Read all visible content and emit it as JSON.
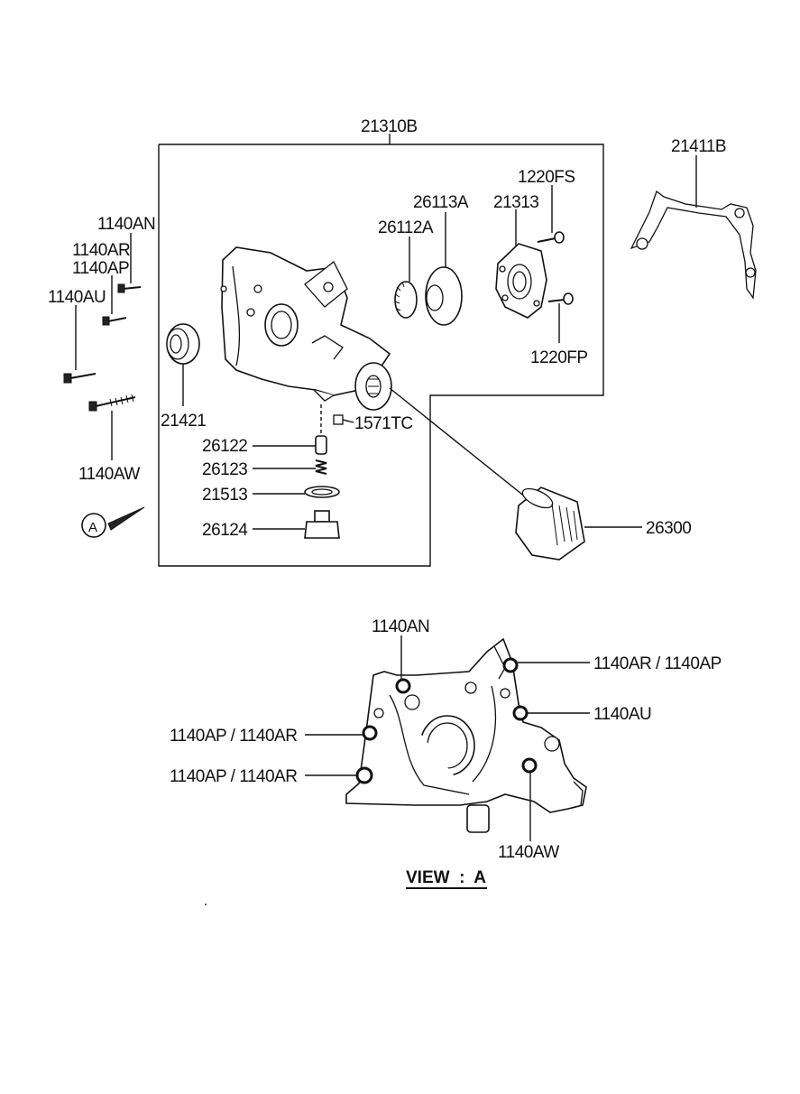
{
  "labels": {
    "l21310B": "21310B",
    "l21411B": "21411B",
    "l1220FS": "1220FS",
    "l26113A": "26113A",
    "l21313": "21313",
    "l26112A": "26112A",
    "l1220FP": "1220FP",
    "l1140AN": "1140AN",
    "l1140AR": "1140AR",
    "l1140AP": "1140AP",
    "l1140AU": "1140AU",
    "l1140AW": "1140AW",
    "l21421": "21421",
    "l1571TC": "1571TC",
    "l26122": "26122",
    "l26123": "26123",
    "l21513": "21513",
    "l26124": "26124",
    "l26300": "26300",
    "viewMarker": "A"
  },
  "view_a": {
    "title": "VIEW  :  A",
    "l1140AN": "1140AN",
    "l1140AR_AP": "1140AR / 1140AP",
    "l1140AU": "1140AU",
    "l1140AP_AR_1": "1140AP / 1140AR",
    "l1140AP_AR_2": "1140AP / 1140AR",
    "l1140AW": "1140AW"
  }
}
